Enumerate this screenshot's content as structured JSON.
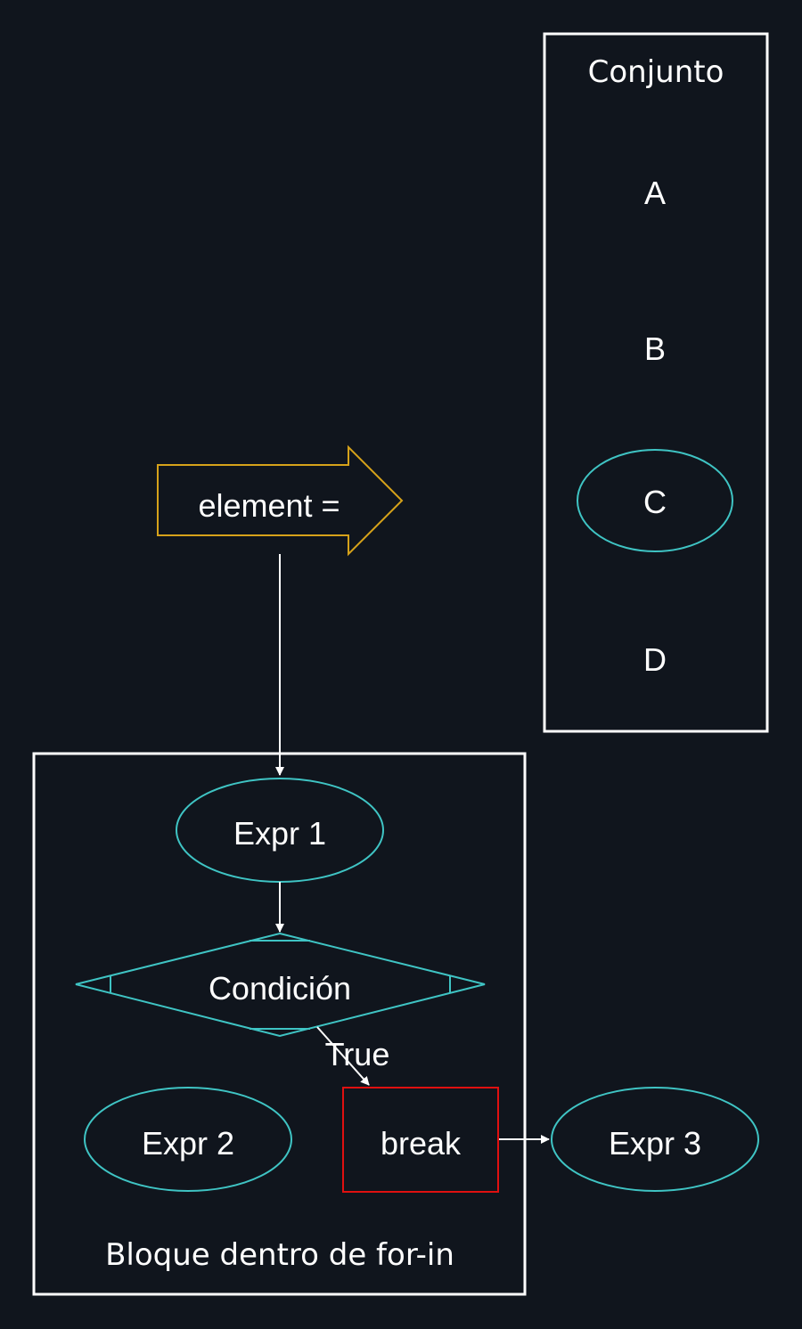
{
  "diagram": {
    "set_cluster": {
      "label": "Conjunto",
      "items": [
        "A",
        "B",
        "C",
        "D"
      ],
      "highlighted_item": "C"
    },
    "iterator": {
      "label": "element ="
    },
    "loop_cluster": {
      "label": "Bloque dentro de for-in",
      "expr1": "Expr 1",
      "condition": "Condición",
      "expr2": "Expr 2",
      "break_node": "break"
    },
    "expr3": "Expr 3",
    "edges": {
      "true_label": "True"
    },
    "colors": {
      "background": "#10151d",
      "text": "#ffffff",
      "cluster_border": "#ffffff",
      "node_outline": "#3fc4c4",
      "iterator_outline": "#d6a21a",
      "break_outline": "#e01010",
      "edge": "#ffffff"
    }
  }
}
